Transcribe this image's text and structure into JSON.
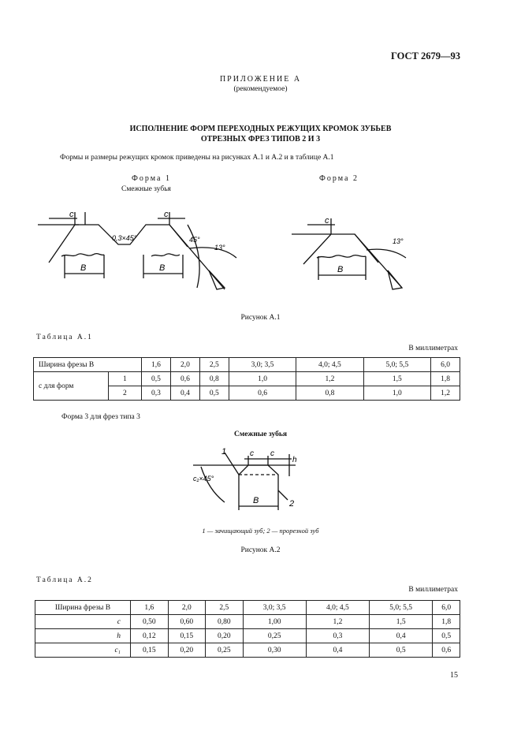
{
  "header": {
    "standard": "ГОСТ 2679—93"
  },
  "appendix": {
    "title": "ПРИЛОЖЕНИЕ А",
    "status": "(рекомендуемое)"
  },
  "heading": {
    "line1": "ИСПОЛНЕНИЕ ФОРМ ПЕРЕХОДНЫХ РЕЖУЩИХ КРОМОК ЗУБЬЕВ",
    "line2": "ОТРЕЗНЫХ ФРЕЗ ТИПОВ 2 И 3"
  },
  "intro": "Формы и размеры режущих кромок приведены на рисунках А.1 и А.2 и в таблице А.1",
  "figure1": {
    "form1": "Форма 1",
    "form1_sub": "Смежные зубья",
    "form2": "Форма 2",
    "labels": {
      "c": "c",
      "b": "B",
      "chamfer": "0,3×45°",
      "angle45": "45°",
      "angle13": "13°"
    },
    "caption": "Рисунок А.1"
  },
  "table1": {
    "title": "Таблица А.1",
    "units": "В миллиметрах",
    "header_label": "Ширина фрезы B",
    "widths": [
      "1,6",
      "2,0",
      "2,5",
      "3,0; 3,5",
      "4,0; 4,5",
      "5,0; 5,5",
      "6,0"
    ],
    "group_label": "c для форм",
    "rows": [
      {
        "form": "1",
        "values": [
          "0,5",
          "0,6",
          "0,8",
          "1,0",
          "1,2",
          "1,5",
          "1,8"
        ]
      },
      {
        "form": "2",
        "values": [
          "0,3",
          "0,4",
          "0,5",
          "0,6",
          "0,8",
          "1,0",
          "1,2"
        ]
      }
    ]
  },
  "form3_note": "Форма 3 для фрез типа 3",
  "figure2": {
    "title": "Смежные зубья",
    "labels": {
      "one": "1",
      "two": "2",
      "c": "c",
      "h": "h",
      "b": "B",
      "c1": "c₁×45°"
    },
    "legend": "1 — зачищающий зуб; 2 — прорезной зуб",
    "caption": "Рисунок А.2"
  },
  "table2": {
    "title": "Таблица А.2",
    "units": "В миллиметрах",
    "header_label": "Ширина фрезы B",
    "widths": [
      "1,6",
      "2,0",
      "2,5",
      "3,0; 3,5",
      "4,0; 4,5",
      "5,0; 5,5",
      "6,0"
    ],
    "rows": [
      {
        "label": "c",
        "values": [
          "0,50",
          "0,60",
          "0,80",
          "1,00",
          "1,2",
          "1,5",
          "1,8"
        ]
      },
      {
        "label": "h",
        "values": [
          "0,12",
          "0,15",
          "0,20",
          "0,25",
          "0,3",
          "0,4",
          "0,5"
        ]
      },
      {
        "label": "c₁",
        "values": [
          "0,15",
          "0,20",
          "0,25",
          "0,30",
          "0,4",
          "0,5",
          "0,6"
        ]
      }
    ]
  },
  "page_number": "15"
}
